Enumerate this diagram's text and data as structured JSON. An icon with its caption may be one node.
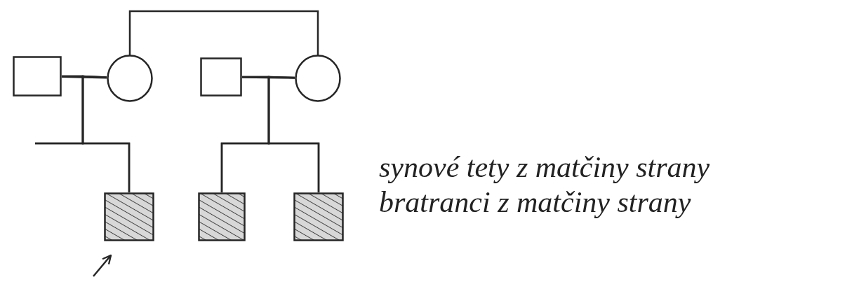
{
  "diagram": {
    "nodes": [
      {
        "text": [],
        "shape": "box"
      },
      {
        "text": [],
        "shape": "circle"
      },
      {
        "text": [],
        "shape": "box"
      },
      {
        "text": [],
        "shape": "circle"
      },
      {
        "text": [],
        "shape": "box"
      },
      {
        "text": [],
        "shape": "box"
      },
      {
        "text": [],
        "shape": "box"
      }
    ],
    "edges": [
      {
        "from": 0,
        "to": 1,
        "arrow": "none"
      },
      {
        "from": 2,
        "to": 3,
        "arrow": "none"
      },
      {
        "from": 1,
        "to": 3,
        "arrow": "none"
      },
      {
        "from": 0,
        "to": 4,
        "arrow": "none"
      },
      {
        "from": 1,
        "to": 4,
        "arrow": "none"
      },
      {
        "from": 0,
        "to": null,
        "arrow": "none"
      },
      {
        "from": 1,
        "to": null,
        "arrow": "none"
      },
      {
        "from": 2,
        "to": 5,
        "arrow": "none"
      },
      {
        "from": 3,
        "to": 5,
        "arrow": "none"
      },
      {
        "from": 2,
        "to": 6,
        "arrow": "none"
      },
      {
        "from": 3,
        "to": 6,
        "arrow": "none"
      },
      {
        "from": null,
        "to": 4,
        "arrow": "to"
      }
    ],
    "labels": [
      "synové tety z matčiny strany",
      "bratranci z matčiny strany"
    ]
  }
}
